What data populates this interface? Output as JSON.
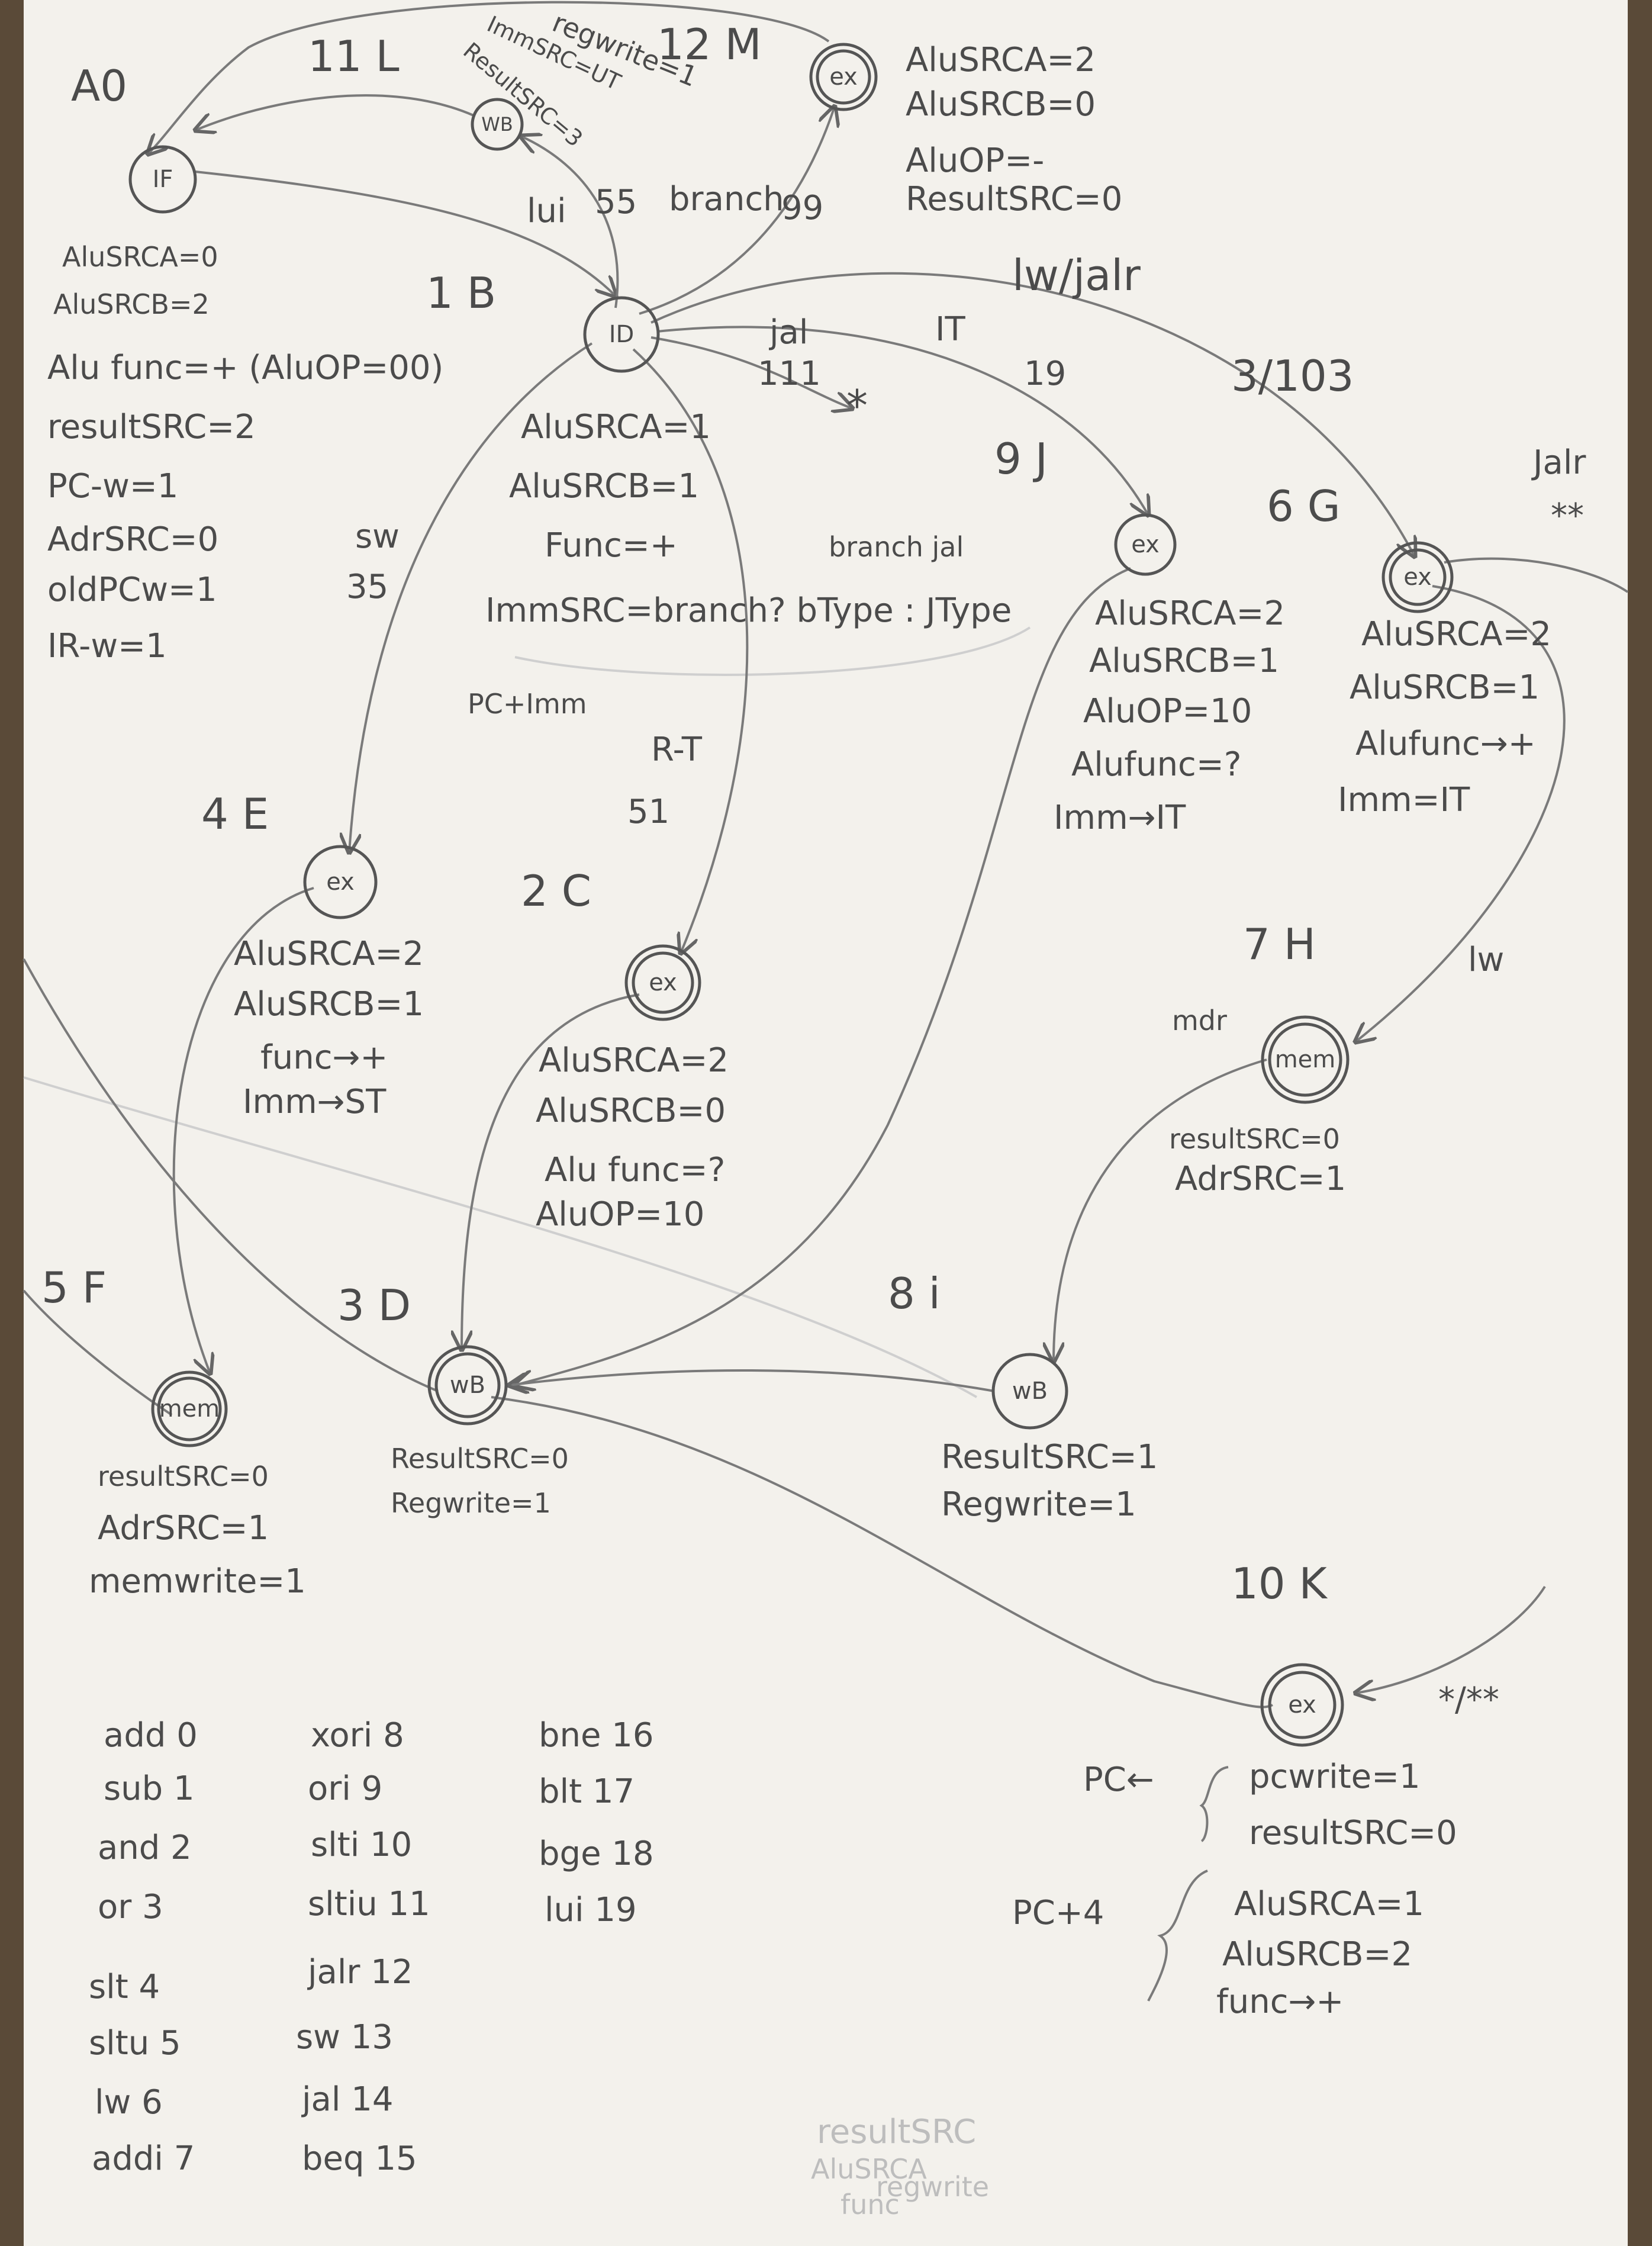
{
  "nodes": {
    "fetch": {
      "label": "IF",
      "tag": "A0"
    },
    "decode": {
      "label": "ID",
      "tag": "1 B"
    },
    "ex_mem_addr": {
      "label": "ex",
      "tag": "4 E"
    },
    "ex_rtype": {
      "label": "ex",
      "tag": "2 C"
    },
    "ex_itype": {
      "label": "ex",
      "tag": "9 J"
    },
    "ex_lw_jalr": {
      "label": "ex",
      "tag": "6 G"
    },
    "ex_branch": {
      "label": "ex",
      "tag": "12 M"
    },
    "wb_lui": {
      "label": "WB",
      "tag": "11 L"
    },
    "mem_sw": {
      "label": "mem",
      "tag": "5 F"
    },
    "wb_alu": {
      "label": "wB",
      "tag": "3 D"
    },
    "mem_lw": {
      "label": "mem",
      "tag": "7 H"
    },
    "wb_lw": {
      "label": "wB",
      "tag": "8 i"
    },
    "ex_jal": {
      "label": "ex",
      "tag": "10 K"
    }
  },
  "edge_labels": {
    "lui": "lui",
    "lui_code": "55",
    "branch": "branch",
    "branch_code": "99",
    "lw_jalr": "lw/jalr",
    "lw_jalr_codes": "3/103",
    "jal": "jal",
    "jal_code": "111",
    "jal_star": "*",
    "itype": "IT",
    "itype_code": "19",
    "jalr_right": "Jalr",
    "double_star": "**",
    "sw": "sw",
    "sw_code": "35",
    "rtype": "R-T",
    "rtype_code": "51",
    "lw": "lw",
    "mdr": "mdr",
    "jal_in": "*/**"
  },
  "signals": {
    "fetch": [
      "AluSRCA=0",
      "AluSRCB=2",
      "Alu func=+ (AluOP=00)",
      "resultSRC=2",
      "PC-w=1",
      "AdrSRC=0",
      "oldPCw=1",
      "IR-w=1"
    ],
    "decode": [
      "AluSRCA=1",
      "AluSRCB=1",
      "Func=+",
      "ImmSRC=branch? bType : JType"
    ],
    "decode_note": "branch jal",
    "decode_pcimm": "PC+Imm",
    "wb_lui": [
      "regwrite=1",
      "ImmSRC=UT",
      "ResultSRC=3"
    ],
    "ex_branch": [
      "AluSRCA=2",
      "AluSRCB=0",
      "AluOP=-",
      "ResultSRC=0"
    ],
    "ex_itype": [
      "AluSRCA=2",
      "AluSRCB=1",
      "AluOP=10",
      "Alufunc=?",
      "Imm→IT"
    ],
    "ex_lw_jalr": [
      "AluSRCA=2",
      "AluSRCB=1",
      "Alufunc→+",
      "Imm=IT"
    ],
    "ex_mem_addr": [
      "AluSRCA=2",
      "AluSRCB=1",
      "func→+",
      "Imm→ST"
    ],
    "ex_rtype": [
      "AluSRCA=2",
      "AluSRCB=0",
      "Alu func=?",
      "AluOP=10"
    ],
    "mem_lw": [
      "resultSRC=0",
      "AdrSRC=1"
    ],
    "mem_sw": [
      "resultSRC=0",
      "AdrSRC=1",
      "memwrite=1"
    ],
    "wb_alu": [
      "ResultSRC=0",
      "Regwrite=1"
    ],
    "wb_lw": [
      "ResultSRC=1",
      "Regwrite=1"
    ],
    "ex_jal_pc": "PC←",
    "ex_jal_pc_rows": [
      "pcwrite=1",
      "resultSRC=0"
    ],
    "ex_jal_pc4": "PC+4",
    "ex_jal_pc4_rows": [
      "AluSRCA=1",
      "AluSRCB=2",
      "func→+"
    ]
  },
  "opcodes": {
    "col1": [
      "add 0",
      "sub 1",
      "and 2",
      "or 3",
      "slt 4",
      "sltu 5",
      "lw 6",
      "addi 7"
    ],
    "col2": [
      "xori 8",
      "ori 9",
      "slti 10",
      "sltiu 11",
      "jalr 12",
      "sw 13",
      "jal 14",
      "beq 15"
    ],
    "col3": [
      "bne 16",
      "blt 17",
      "bge 18",
      "lui 19"
    ]
  },
  "erased_note": [
    "resultSRC",
    "AluSRCA",
    "regwrite",
    "func"
  ]
}
